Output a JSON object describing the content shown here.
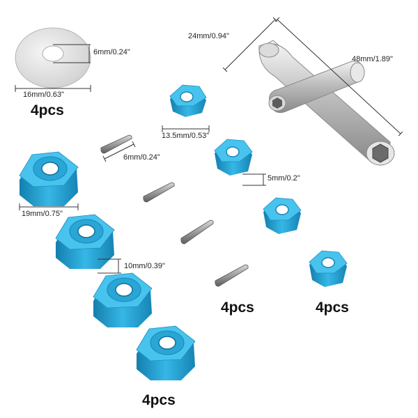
{
  "dimensions": {
    "washer_diameter": "16mm/0.63\"",
    "washer_hole": "6mm/0.24\"",
    "wrench_head": "24mm/0.94\"",
    "wrench_length": "48mm/1.89\"",
    "small_hex_width": "13.5mm/0.53\"",
    "pin_length": "6mm/0.24\"",
    "small_hex_height": "5mm/0.2\"",
    "large_hex_width": "19mm/0.75\"",
    "large_hex_height": "10mm/0.39\""
  },
  "quantities": {
    "washers": "4pcs",
    "pins": "4pcs",
    "small_hex": "4pcs",
    "large_hex": "4pcs"
  },
  "colors": {
    "hex_blue": "#2aa6d6",
    "metal_silver": "#c8c8c8",
    "pin_gray": "#8a8a8a"
  }
}
